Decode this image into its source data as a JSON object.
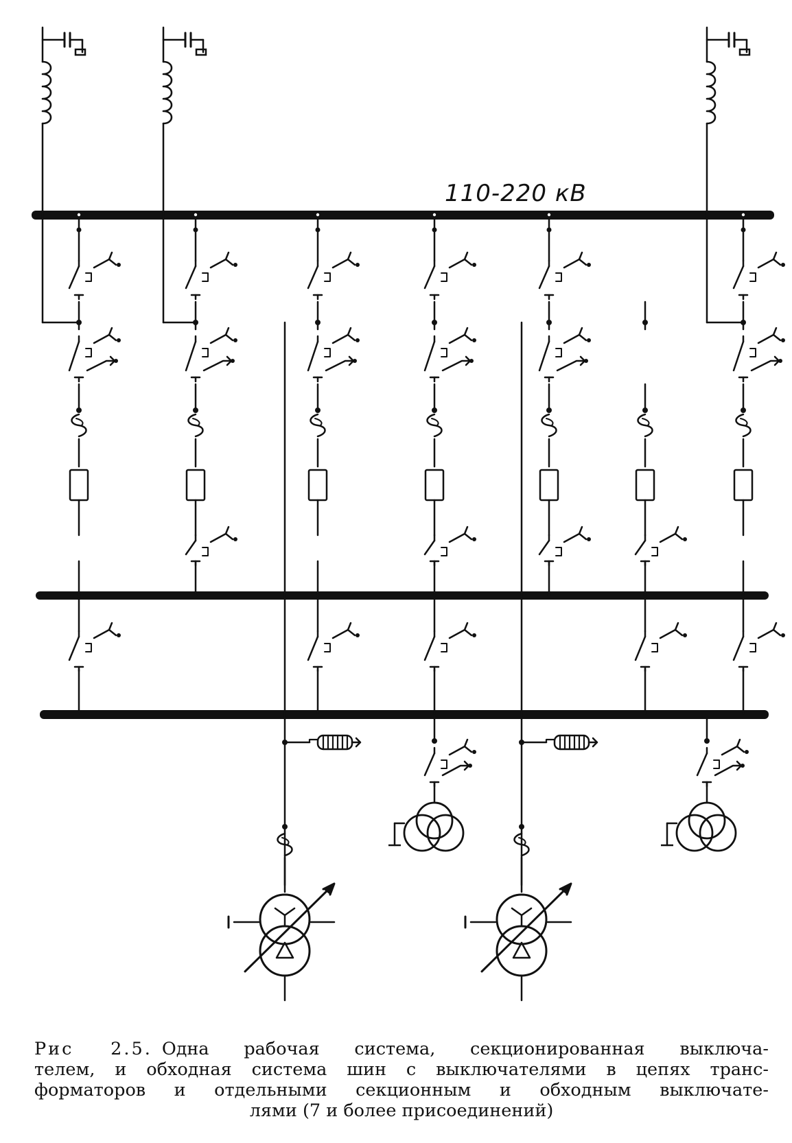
{
  "diagram": {
    "voltage_label": "110-220 кВ"
  },
  "caption": {
    "figure_number": "Рис 2.5.",
    "line1": "Одна рабочая система, секционированная выключа-",
    "line2": "телем, и обходная система шин с выключателями в цепях транс-",
    "line3": "форматоров и отдельными секционным и обходным выключате-",
    "line4": "лями (7 и более присоединений)"
  }
}
